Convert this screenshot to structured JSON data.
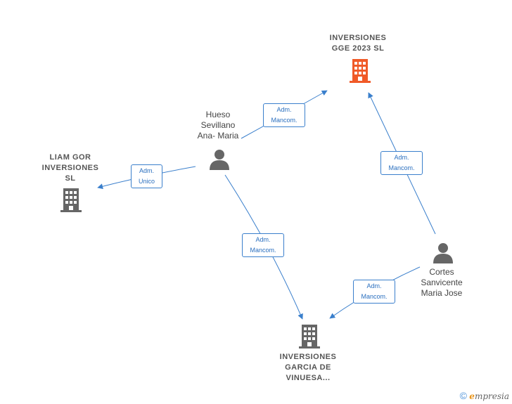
{
  "nodes": {
    "gge": {
      "label_line1": "INVERSIONES",
      "label_line2": "GGE 2023  SL",
      "color": "#f05a28",
      "icon": "building-icon"
    },
    "liam": {
      "label_line1": "LIAM GOR",
      "label_line2": "INVERSIONES",
      "label_line3": "SL",
      "color": "#666666",
      "icon": "building-icon"
    },
    "garcia": {
      "label_line1": "INVERSIONES",
      "label_line2": "GARCIA DE",
      "label_line3": "VINUESA...",
      "color": "#666666",
      "icon": "building-icon"
    },
    "hueso": {
      "label_line1": "Hueso",
      "label_line2": "Sevillano",
      "label_line3": "Ana- Maria",
      "color": "#666666",
      "icon": "person-icon"
    },
    "cortes": {
      "label_line1": "Cortes",
      "label_line2": "Sanvicente",
      "label_line3": "Maria Jose",
      "color": "#666666",
      "icon": "person-icon"
    }
  },
  "edges": {
    "hueso_gge": {
      "line1": "Adm.",
      "line2": "Mancom."
    },
    "hueso_liam": {
      "line1": "Adm.",
      "line2": "Unico"
    },
    "hueso_garcia": {
      "line1": "Adm.",
      "line2": "Mancom."
    },
    "cortes_gge": {
      "line1": "Adm.",
      "line2": "Mancom."
    },
    "cortes_garcia": {
      "line1": "Adm.",
      "line2": "Mancom."
    }
  },
  "edge_color": "#3a7fcc",
  "footer": {
    "copyright_symbol": "©",
    "brand_first_letter": "e",
    "brand_rest": "mpresia"
  }
}
